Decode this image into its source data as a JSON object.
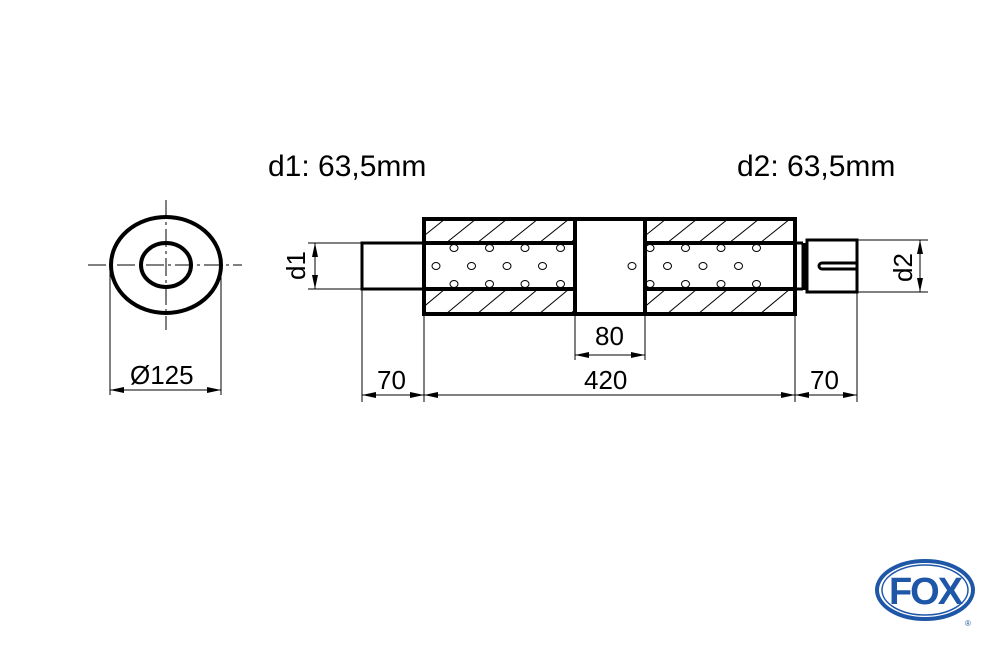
{
  "labels": {
    "d1_title": "d1: 63,5mm",
    "d2_title": "d2: 63,5mm",
    "diameter": "Ø125",
    "d1": "d1",
    "d2": "d2",
    "inlet_length": "70",
    "body_length": "420",
    "chamber_length": "80",
    "outlet_length": "70"
  },
  "logo": {
    "text": "FOX",
    "registered": "®",
    "color": "#1f57a8"
  }
}
